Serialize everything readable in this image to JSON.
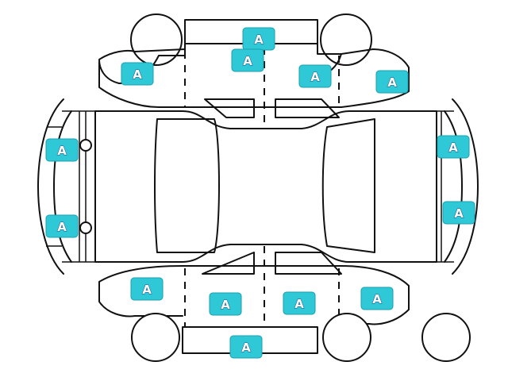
{
  "markers": [
    {
      "id": "roof-top",
      "label": "A"
    },
    {
      "id": "roof-top-lower",
      "label": "A"
    },
    {
      "id": "upper-left-fender",
      "label": "A"
    },
    {
      "id": "upper-right-door-front",
      "label": "A"
    },
    {
      "id": "upper-right-fender",
      "label": "A"
    },
    {
      "id": "front-left-bumper",
      "label": "A"
    },
    {
      "id": "front-left-bumper-lower",
      "label": "A"
    },
    {
      "id": "rear-right-bumper",
      "label": "A"
    },
    {
      "id": "rear-right-bumper-lower",
      "label": "A"
    },
    {
      "id": "lower-left-fender",
      "label": "A"
    },
    {
      "id": "lower-left-door",
      "label": "A"
    },
    {
      "id": "lower-right-door",
      "label": "A"
    },
    {
      "id": "lower-right-fender",
      "label": "A"
    },
    {
      "id": "lower-rocker",
      "label": "A"
    }
  ]
}
